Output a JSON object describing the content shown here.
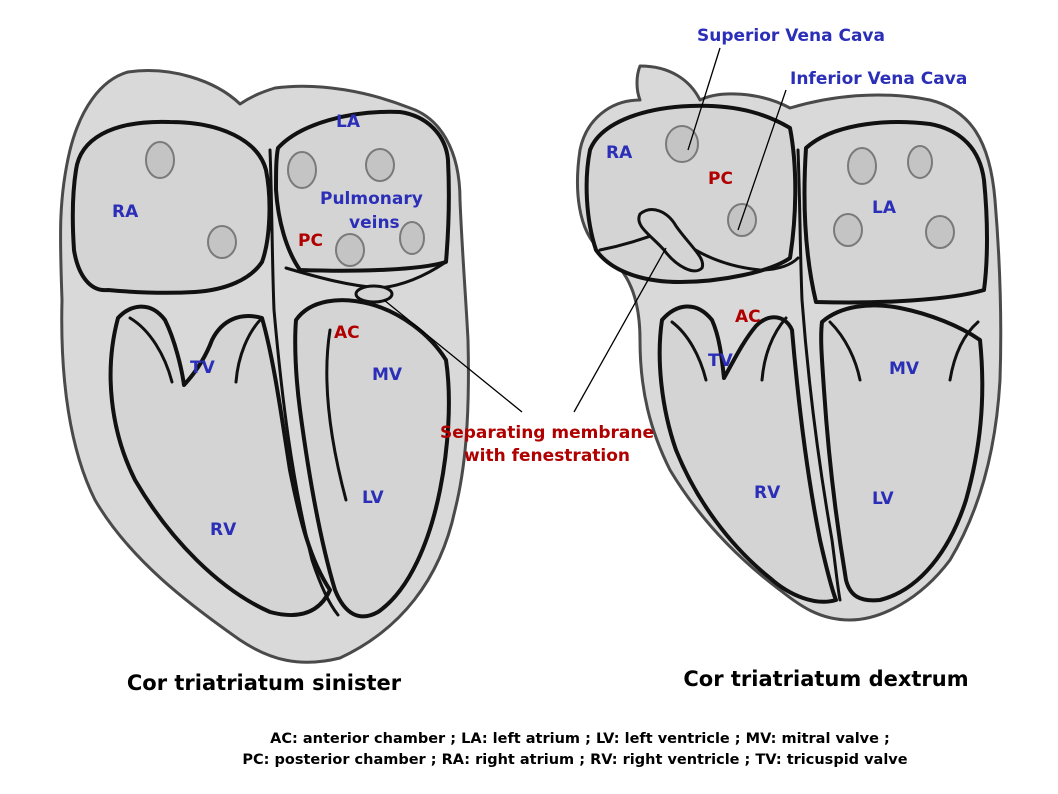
{
  "left_heart": {
    "caption": "Cor triatriatum sinister",
    "labels": {
      "la": "LA",
      "ra": "RA",
      "pulmonary_veins": [
        "Pulmonary",
        "veins"
      ],
      "pc": "PC",
      "ac": "AC",
      "tv": "TV",
      "mv": "MV",
      "lv": "LV",
      "rv": "RV"
    }
  },
  "right_heart": {
    "caption": "Cor triatriatum dextrum",
    "labels": {
      "superior_vena_cava": "Superior Vena Cava",
      "inferior_vena_cava": "Inferior Vena Cava",
      "ra": "RA",
      "pc": "PC",
      "la": "LA",
      "ac": "AC",
      "tv": "TV",
      "mv": "MV",
      "rv": "RV",
      "lv": "LV"
    }
  },
  "shared_label": [
    "Separating membrane",
    "with fenestration"
  ],
  "legend": [
    "AC: anterior chamber ; LA: left atrium ; LV: left ventricle ; MV: mitral valve ;",
    "PC: posterior chamber ; RA: right atrium ; RV: right ventricle ; TV: tricuspid valve"
  ],
  "colors": {
    "anatomy_label": "#2b2fb8",
    "chamber_label": "#b00000",
    "tissue": "#d9d9d9"
  }
}
